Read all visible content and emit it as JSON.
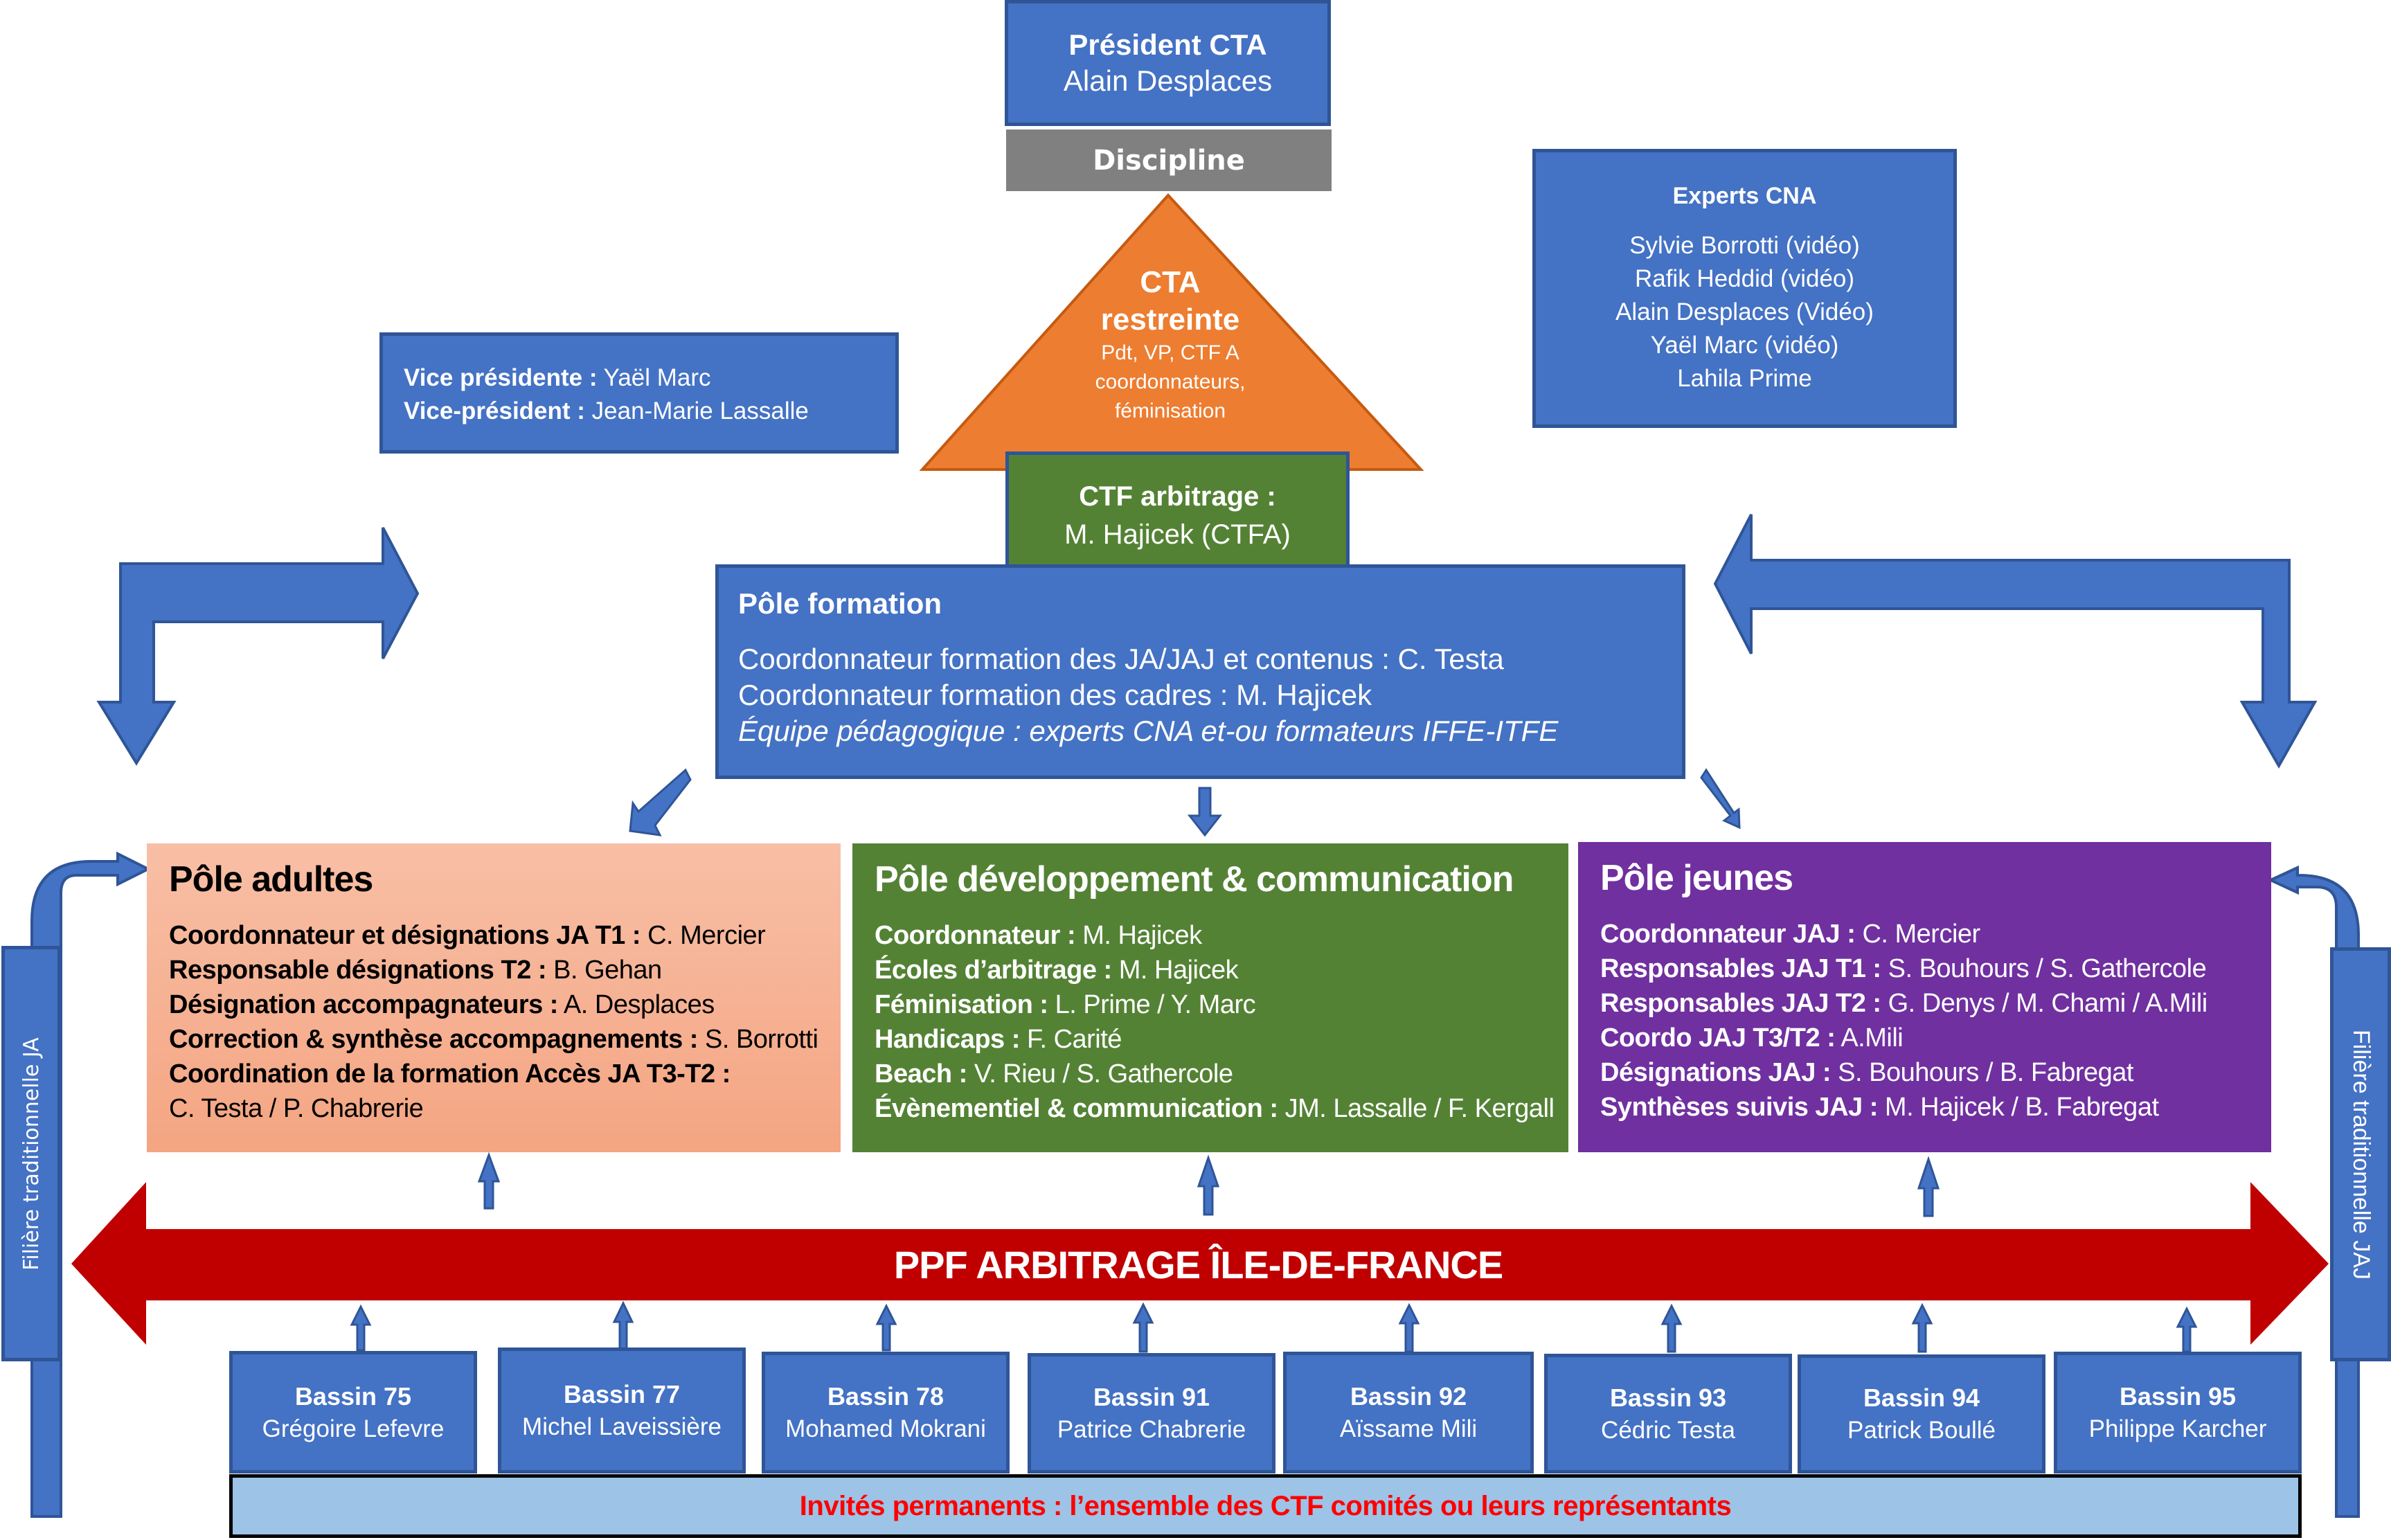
{
  "president": {
    "title": "Président CTA",
    "name": "Alain Desplaces"
  },
  "discipline": {
    "label": "Discipline"
  },
  "cta_restreinte": {
    "title_line1": "CTA",
    "title_line2": "restreinte",
    "members": [
      "Pdt, VP, CTF A",
      "coordonnateurs,",
      "féminisation"
    ]
  },
  "ctf_arbitrage": {
    "title": "CTF arbitrage :",
    "name": "M. Hajicek (CTFA)"
  },
  "vice": {
    "rows": [
      {
        "label": "Vice présidente :",
        "value": " Yaël Marc"
      },
      {
        "label": "Vice-président :",
        "value": " Jean-Marie Lassalle"
      }
    ]
  },
  "experts": {
    "title": "Experts CNA",
    "members": [
      "Sylvie Borrotti (vidéo)",
      "Rafik Heddid (vidéo)",
      "Alain Desplaces (Vidéo)",
      "Yaël Marc (vidéo)",
      "Lahila Prime"
    ]
  },
  "pole_formation": {
    "title": "Pôle formation",
    "lines": [
      "Coordonnateur formation des JA/JAJ et contenus : C. Testa",
      "Coordonnateur formation des cadres : M. Hajicek"
    ],
    "italic_line": "Équipe pédagogique : experts CNA et-ou formateurs IFFE-ITFE"
  },
  "poles": [
    {
      "title": "Pôle adultes",
      "rows": [
        {
          "label": "Coordonnateur et désignations JA T1 :",
          "value": " C. Mercier"
        },
        {
          "label": "Responsable désignations T2 :",
          "value": " B. Gehan"
        },
        {
          "label": "Désignation accompagnateurs :",
          "value": " A. Desplaces"
        },
        {
          "label": "Correction & synthèse accompagnements :",
          "value": " S. Borrotti"
        },
        {
          "label": "Coordination de la formation Accès JA T3-T2 :",
          "value": ""
        },
        {
          "label": "",
          "value": "C. Testa / P. Chabrerie"
        }
      ]
    },
    {
      "title": "Pôle développement & communication",
      "rows": [
        {
          "label": "Coordonnateur :",
          "value": " M. Hajicek"
        },
        {
          "label": "Écoles d’arbitrage :",
          "value": " M. Hajicek"
        },
        {
          "label": "Féminisation :",
          "value": " L. Prime / Y. Marc"
        },
        {
          "label": "Handicaps :",
          "value": " F. Carité"
        },
        {
          "label": "Beach :",
          "value": " V. Rieu / S. Gathercole"
        },
        {
          "label": "Évènementiel & communication :",
          "value": " JM. Lassalle / F. Kergall"
        }
      ]
    },
    {
      "title": "Pôle jeunes",
      "rows": [
        {
          "label": "Coordonnateur JAJ :",
          "value": " C. Mercier"
        },
        {
          "label": "Responsables JAJ T1 :",
          "value": " S. Bouhours / S. Gathercole"
        },
        {
          "label": "Responsables JAJ T2 :",
          "value": " G. Denys / M. Chami / A.Mili"
        },
        {
          "label": "Coordo JAJ T3/T2 :",
          "value": " A.Mili"
        },
        {
          "label": "Désignations JAJ :",
          "value": " S. Bouhours / B. Fabregat"
        },
        {
          "label": "Synthèses suivis JAJ :",
          "value": " M. Hajicek / B. Fabregat"
        }
      ]
    }
  ],
  "ppf_banner": {
    "label": "PPF ARBITRAGE ÎLE-DE-FRANCE"
  },
  "filiere_left": {
    "label": "Filière traditionnelle JA"
  },
  "filiere_right": {
    "label": "Filière traditionnelle JAJ"
  },
  "bassins": [
    {
      "title": "Bassin 75",
      "name": "Grégoire Lefevre"
    },
    {
      "title": "Bassin 77",
      "name": "Michel Laveissière"
    },
    {
      "title": "Bassin 78",
      "name": "Mohamed Mokrani"
    },
    {
      "title": "Bassin 91",
      "name": "Patrice Chabrerie"
    },
    {
      "title": "Bassin 92",
      "name": "Aïssame Mili"
    },
    {
      "title": "Bassin 93",
      "name": "Cédric Testa"
    },
    {
      "title": "Bassin 94",
      "name": "Patrick Boullé"
    },
    {
      "title": "Bassin 95",
      "name": "Philippe Karcher"
    }
  ],
  "invites": {
    "label": "Invités permanents : l’ensemble des CTF comités ou leurs représentants"
  },
  "colors": {
    "blue": "#4472C4",
    "blue_border": "#2F5597",
    "orange": "#ED7D31",
    "green": "#548235",
    "purple": "#7030A0",
    "salmon_top": "#F8BFA6",
    "salmon_bottom": "#F4A582",
    "gray": "#808080",
    "red": "#C00000",
    "light_blue": "#9DC3E6",
    "invites_text": "#FF0000"
  }
}
